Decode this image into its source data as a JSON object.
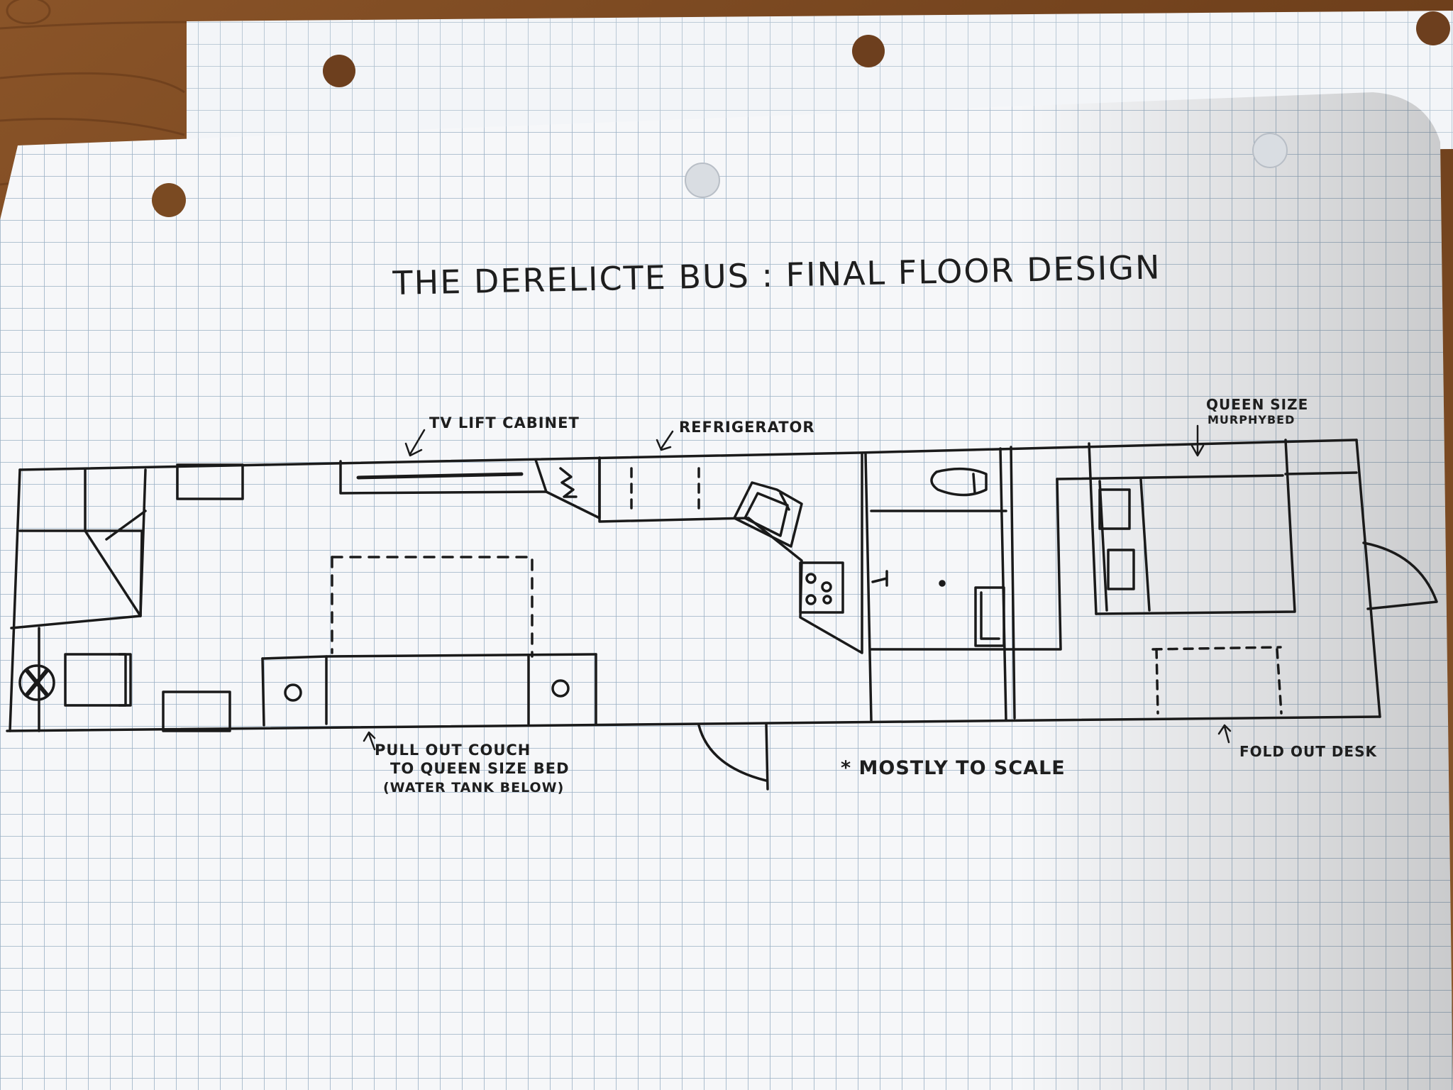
{
  "title": "THE DERELICTE BUS : FINAL FLOOR DESIGN",
  "annotations": {
    "tv_lift": "TV LIFT CABINET",
    "refrigerator": "REFRIGERATOR",
    "queen_line1": "QUEEN SIZE",
    "queen_line2": "MURPHYBED",
    "couch_line1": "PULL OUT COUCH",
    "couch_line2": "TO QUEEN SIZE BED",
    "couch_line3": "(WATER TANK BELOW)",
    "scale_note": "* MOSTLY TO SCALE",
    "desk": "FOLD OUT DESK"
  },
  "colors": {
    "desk_wood": "#7a4a22",
    "paper": "#f6f7f9",
    "grid": "#9ab0c4",
    "ink": "#1a1a1a"
  }
}
